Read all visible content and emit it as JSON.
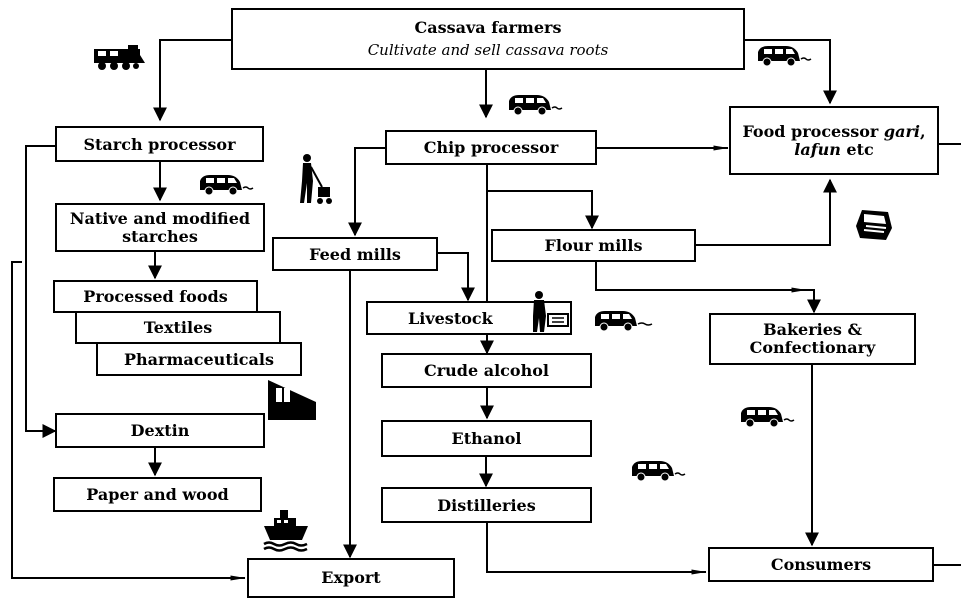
{
  "diagram": {
    "nodes": {
      "cassava_farmers": {
        "title": "Cassava farmers",
        "subtitle": "Cultivate and sell cassava roots"
      },
      "starch_processor": {
        "label": "Starch processor"
      },
      "chip_processor": {
        "label": "Chip processor"
      },
      "food_processor": {
        "label_prefix": "Food processor ",
        "label_gari": "gari",
        "label_comma": ",",
        "label_lafun": "lafun",
        "label_suffix": " etc"
      },
      "native_modified_starches": {
        "label_line1": "Native and modified",
        "label_line2": "starches"
      },
      "feed_mills": {
        "label": "Feed mills"
      },
      "flour_mills": {
        "label": "Flour mills"
      },
      "processed_foods": {
        "label": "Processed foods"
      },
      "textiles": {
        "label": "Textiles"
      },
      "pharmaceuticals": {
        "label": "Pharmaceuticals"
      },
      "livestock": {
        "label": "Livestock"
      },
      "bakeries": {
        "label_line1": "Bakeries &",
        "label_line2": "Confectionary"
      },
      "crude_alcohol": {
        "label": "Crude alcohol"
      },
      "dextin": {
        "label": "Dextin"
      },
      "ethanol": {
        "label": "Ethanol"
      },
      "paper_wood": {
        "label": "Paper and wood"
      },
      "distilleries": {
        "label": "Distilleries"
      },
      "consumers": {
        "label": "Consumers"
      },
      "export": {
        "label": "Export"
      }
    },
    "icons": [
      "train-icon",
      "van-icon",
      "person-mowing-icon",
      "toaster-icon",
      "farmer-cow-icon",
      "house-icon",
      "ship-icon"
    ]
  }
}
